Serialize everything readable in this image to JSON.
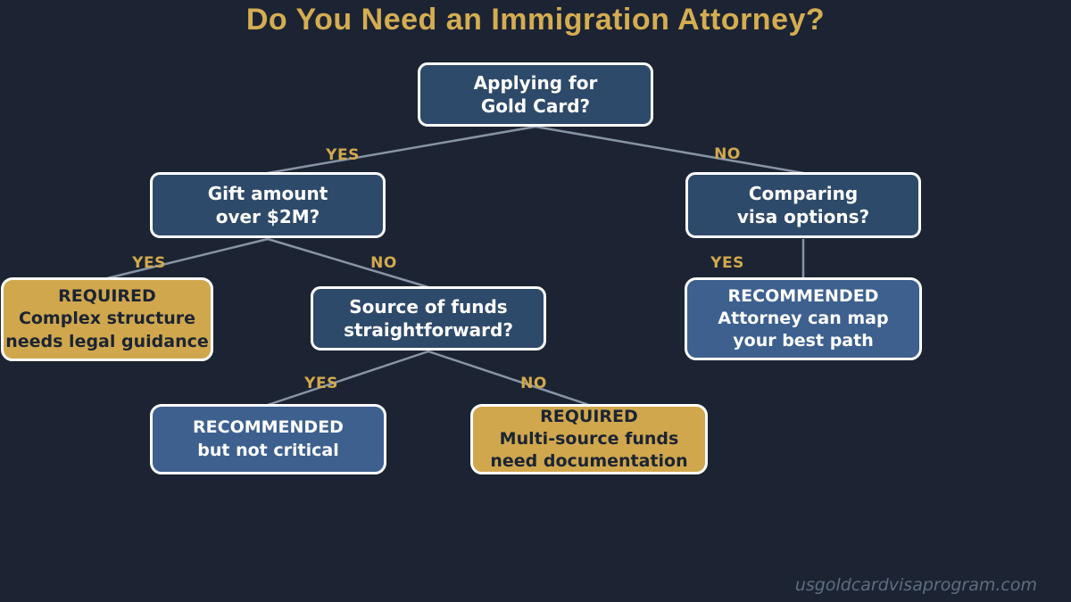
{
  "title": "Do You Need an Immigration Attorney?",
  "watermark": "usgoldcardvisaprogram.com",
  "colors": {
    "background": "#1c2433",
    "question_fill": "#2e4a6a",
    "recommended_fill": "#3d608f",
    "required_fill": "#d0a74d",
    "node_border": "#ffffff",
    "edge_line": "#93a1b2",
    "edge_label": "#d2a94c",
    "title_color": "#d4ad52",
    "dark_text": "#1c2433",
    "light_text": "#ffffff",
    "watermark_color": "#5f6d80"
  },
  "nodes": {
    "root": {
      "type": "question",
      "text": "Applying for\nGold Card?"
    },
    "gift_amount": {
      "type": "question",
      "text": "Gift amount\nover $2M?"
    },
    "comparing_visa": {
      "type": "question",
      "text": "Comparing\nvisa options?"
    },
    "required_complex": {
      "type": "required",
      "text": "REQUIRED\nComplex structure\nneeds legal guidance"
    },
    "source_of_funds": {
      "type": "question",
      "text": "Source of funds\nstraightforward?"
    },
    "recommended_map": {
      "type": "recommended",
      "text": "RECOMMENDED\nAttorney can map\nyour best path"
    },
    "recommended_not_critical": {
      "type": "recommended",
      "text": "RECOMMENDED\nbut not critical"
    },
    "required_multisource": {
      "type": "required",
      "text": "REQUIRED\nMulti-source funds\nneed documentation"
    }
  },
  "edge_labels": {
    "root_yes": "YES",
    "root_no": "NO",
    "gift_yes": "YES",
    "gift_no": "NO",
    "comparing_yes": "YES",
    "source_yes": "YES",
    "source_no": "NO"
  }
}
